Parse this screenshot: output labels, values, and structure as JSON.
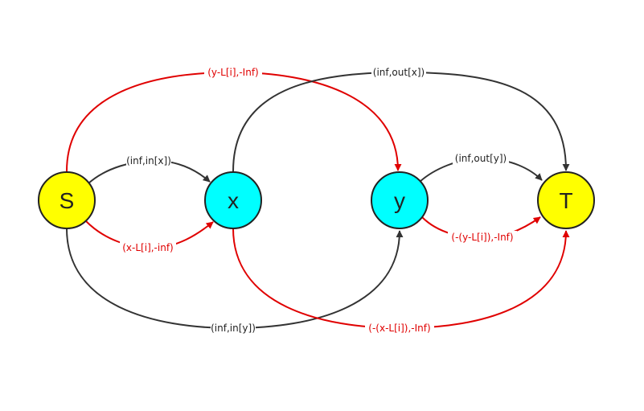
{
  "nodes": [
    {
      "id": "S",
      "label": "S",
      "fill": "#ffff00"
    },
    {
      "id": "x",
      "label": "x",
      "fill": "#00ffff"
    },
    {
      "id": "y",
      "label": "y",
      "fill": "#00ffff"
    },
    {
      "id": "T",
      "label": "T",
      "fill": "#ffff00"
    }
  ],
  "edges": [
    {
      "from": "S",
      "to": "x",
      "label": "(inf,in[x])",
      "color": "black"
    },
    {
      "from": "S",
      "to": "x",
      "label": "(x-L[i],-inf)",
      "color": "red"
    },
    {
      "from": "S",
      "to": "y",
      "label": "(y-L[i],-Inf)",
      "color": "red"
    },
    {
      "from": "S",
      "to": "y",
      "label": "(inf,in[y])",
      "color": "black"
    },
    {
      "from": "x",
      "to": "T",
      "label": "(inf,out[x])",
      "color": "black"
    },
    {
      "from": "x",
      "to": "T",
      "label": "(-(x-L[i]),-Inf)",
      "color": "red"
    },
    {
      "from": "y",
      "to": "T",
      "label": "(inf,out[y])",
      "color": "black"
    },
    {
      "from": "y",
      "to": "T",
      "label": "(-(y-L[i]),-Inf)",
      "color": "red"
    }
  ],
  "colors": {
    "black_edge": "#333333",
    "red_edge": "#e00000",
    "node_stroke": "#222222"
  }
}
